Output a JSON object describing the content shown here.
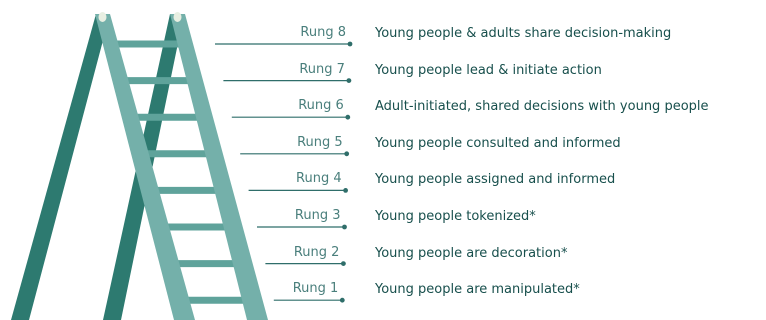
{
  "colors": {
    "back_rail": "#2d7a70",
    "front_rail": "#74b0aa",
    "rung": "#5fa39b",
    "leader_line": "#2f6e6a",
    "label_text": "#4a7f7c",
    "desc_text": "#174f4c",
    "cap": "#e8efe2"
  },
  "rungs": [
    {
      "label": "Rung 8",
      "description": "Young people & adults share decision-making"
    },
    {
      "label": "Rung 7",
      "description": "Young people lead & initiate action"
    },
    {
      "label": "Rung 6",
      "description": "Adult-initiated, shared decisions with young people"
    },
    {
      "label": "Rung 5",
      "description": "Young people consulted and informed"
    },
    {
      "label": "Rung 4",
      "description": "Young people assigned and informed"
    },
    {
      "label": "Rung 3",
      "description": "Young people tokenized*"
    },
    {
      "label": "Rung 2",
      "description": "Young people are decoration*"
    },
    {
      "label": "Rung 1",
      "description": "Young people are manipulated*"
    }
  ]
}
